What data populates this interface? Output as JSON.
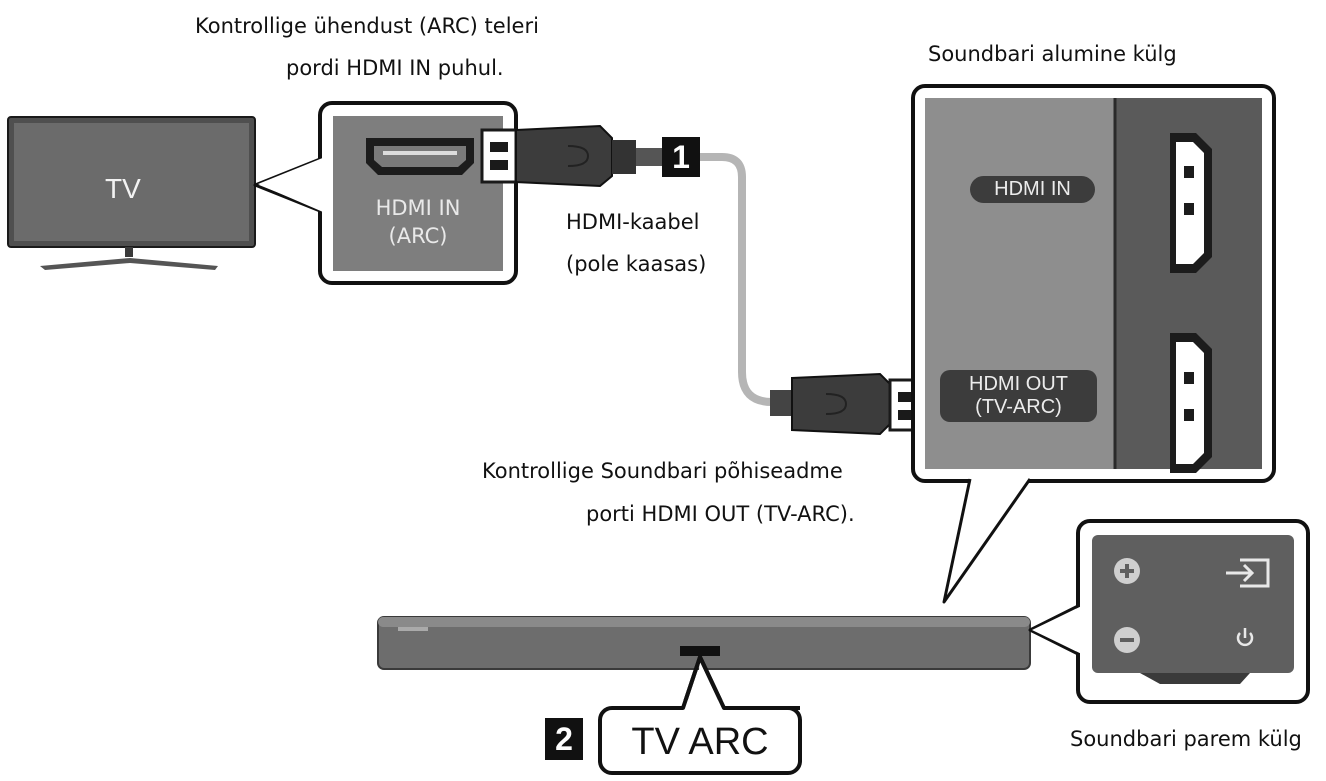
{
  "labels": {
    "top_note_line1": "Kontrollige ühendust (ARC) teleri",
    "top_note_line2": "pordi HDMI IN puhul.",
    "bottom_panel_title": "Soundbari alumine külg",
    "tv_screen": "TV",
    "tv_port_line1": "HDMI IN",
    "tv_port_line2": "(ARC)",
    "cable_line1": "HDMI-kaabel",
    "cable_line2": "(pole kaasas)",
    "sb_port_in": "HDMI IN",
    "sb_port_out_line1": "HDMI OUT",
    "sb_port_out_line2": "(TV-ARC)",
    "sb_note_line1": "Kontrollige Soundbari põhiseadme",
    "sb_note_line2": "porti HDMI OUT (TV-ARC).",
    "right_side_title": "Soundbari parem külg",
    "display_text": "TV ARC"
  },
  "steps": {
    "one": "1",
    "two": "2"
  },
  "icons": [
    "tv-icon",
    "hdmi-port-icon",
    "hdmi-plug-icon",
    "soundbar-icon",
    "plus-icon",
    "minus-icon",
    "source-icon",
    "power-icon"
  ],
  "colors": {
    "panel_dark": "#5a5a5a",
    "panel_mid": "#8e8e8e",
    "outline": "#111111",
    "cable": "#3a3a3a"
  }
}
